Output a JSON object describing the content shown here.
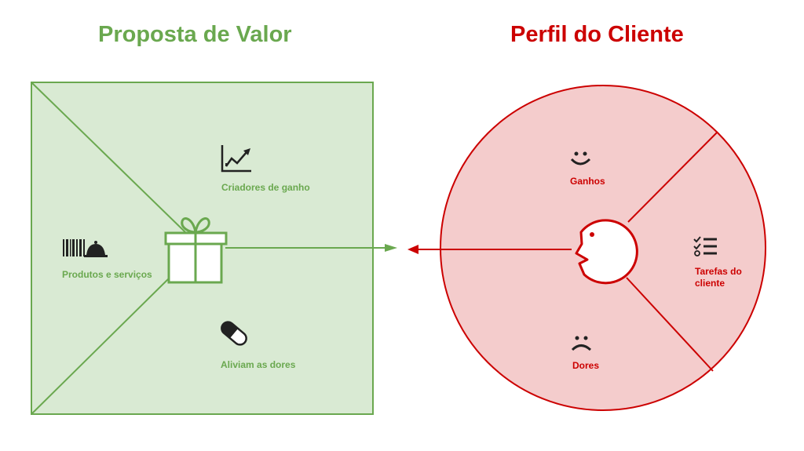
{
  "value_proposition": {
    "title": "Proposta de Valor",
    "gain_creators": "Criadores de ganho",
    "products_services": "Produtos e serviços",
    "pain_relievers": "Aliviam as dores",
    "center_icon": "gift-icon",
    "color": "#6aa84f",
    "fill": "#d9ead3"
  },
  "customer_profile": {
    "title": "Perfil do Cliente",
    "gains": "Ganhos",
    "jobs_line1": "Tarefas do",
    "jobs_line2": "cliente",
    "pains": "Dores",
    "center_icon": "customer-face-icon",
    "color": "#cc0000",
    "fill": "#f4cccc"
  }
}
